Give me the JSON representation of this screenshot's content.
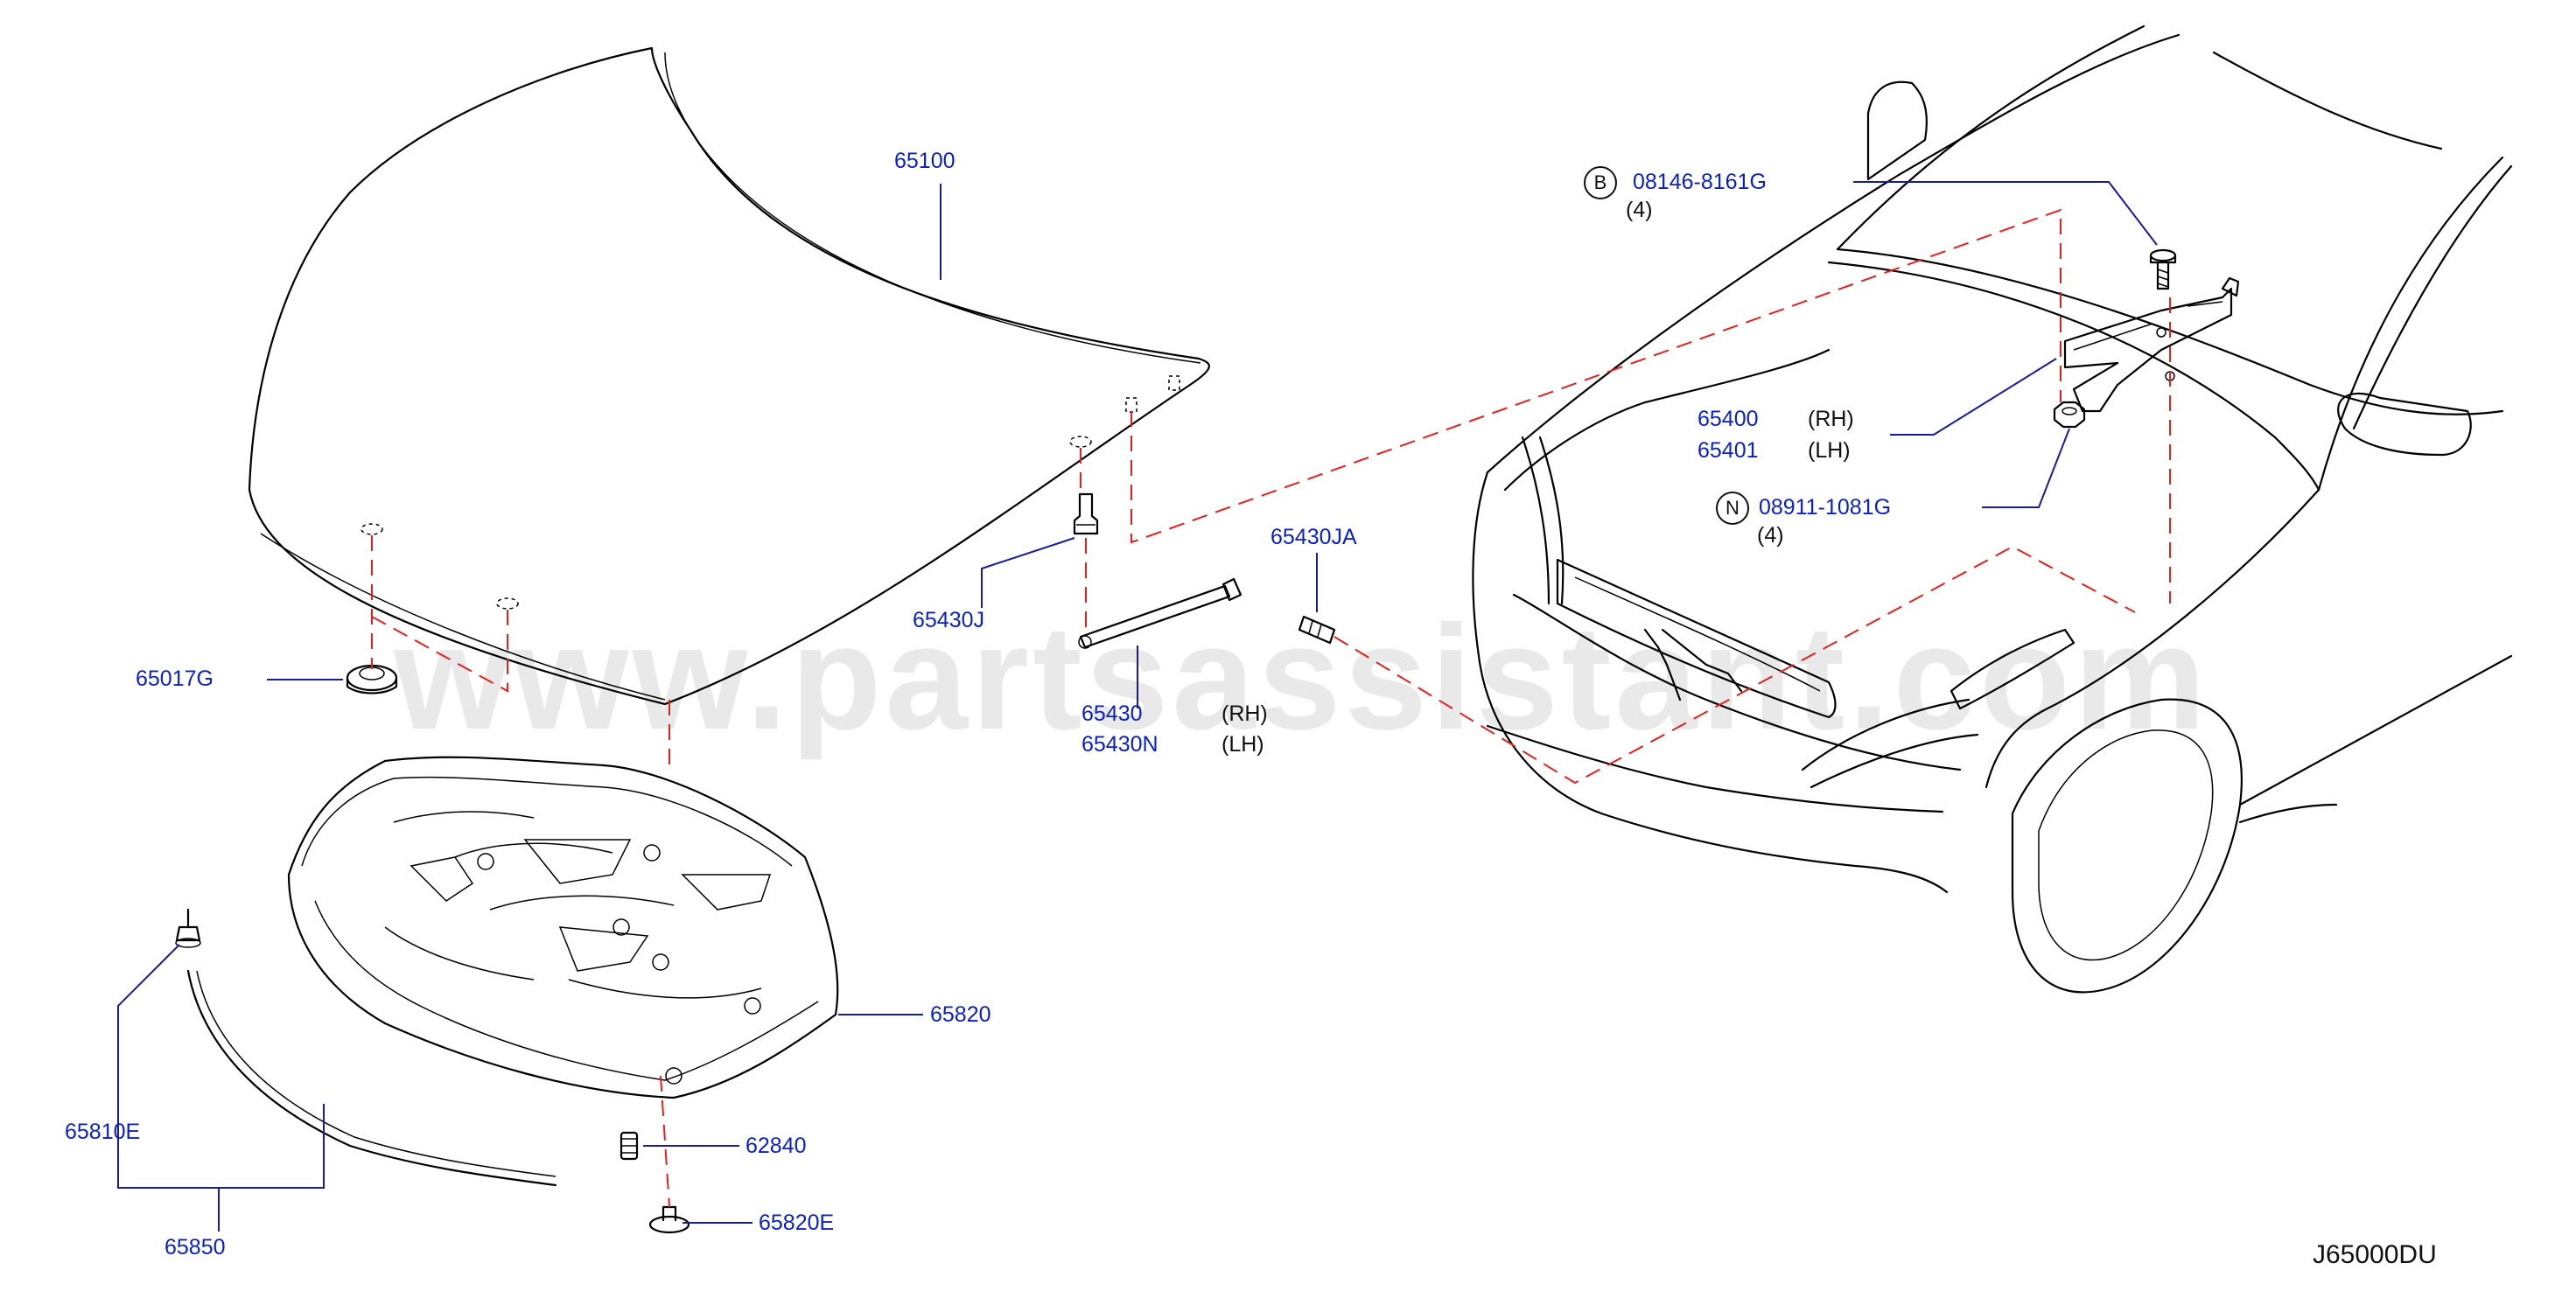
{
  "watermark": "www.partsassistant.com",
  "diagram_code": "J65000DU",
  "parts": {
    "hood": "65100",
    "bumper_rubber": "65017G",
    "insulator": "65820",
    "clip_65810e": "65810E",
    "seal": "65850",
    "spring_62840": "62840",
    "clip_65820e": "65820E",
    "stud_upper": "65430J",
    "stud_lower": "65430JA",
    "stay_rh": "65430",
    "stay_rh_side": "(RH)",
    "stay_lh": "65430N",
    "stay_lh_side": "(LH)",
    "hinge_rh": "65400",
    "hinge_rh_side": "(RH)",
    "hinge_lh": "65401",
    "hinge_lh_side": "(LH)",
    "bolt_letter": "B",
    "bolt_code": "08146-8161G",
    "bolt_qty": "(4)",
    "nut_letter": "N",
    "nut_code": "08911-1081G",
    "nut_qty": "(4)"
  }
}
